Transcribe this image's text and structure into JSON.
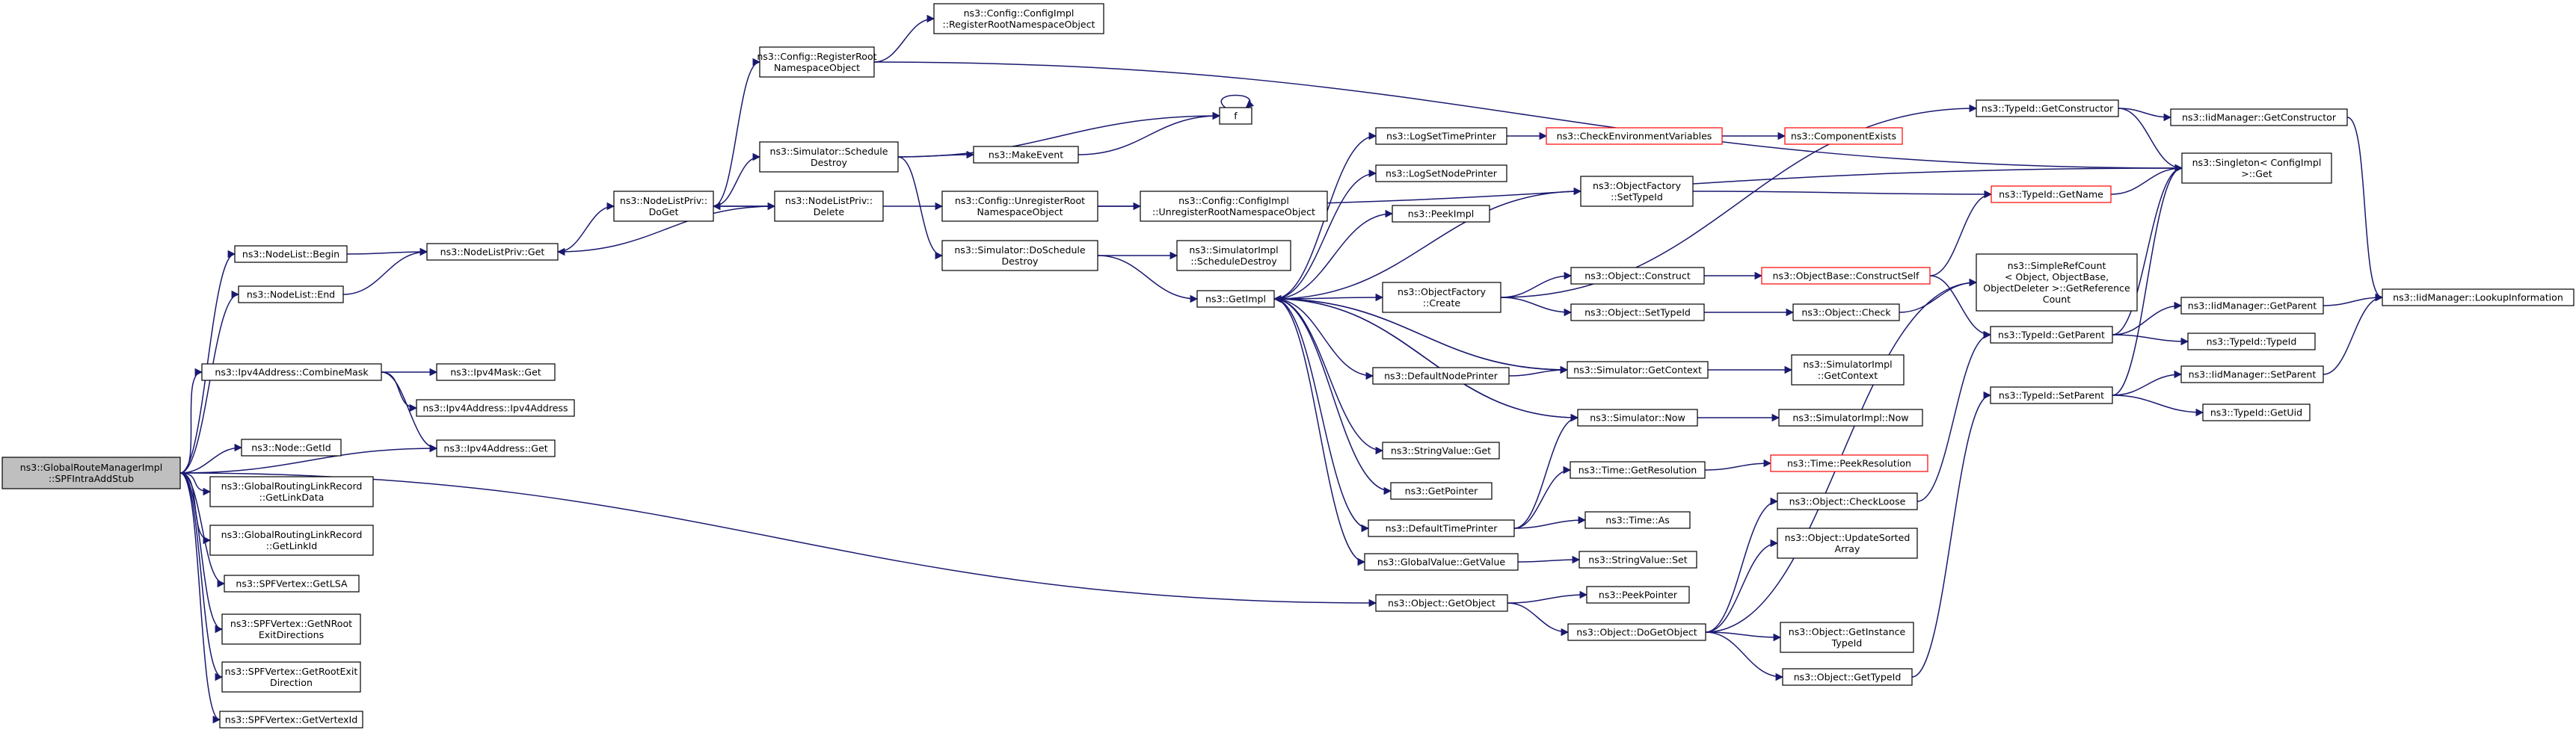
{
  "nodes": [
    {
      "id": "root",
      "lines": [
        "ns3::GlobalRouteManagerImpl",
        "::SPFIntraAddStub"
      ],
      "root": true
    },
    {
      "id": "nlbegin",
      "lines": [
        "ns3::NodeList::Begin"
      ]
    },
    {
      "id": "nlend",
      "lines": [
        "ns3::NodeList::End"
      ]
    },
    {
      "id": "combmask",
      "lines": [
        "ns3::Ipv4Address::CombineMask"
      ]
    },
    {
      "id": "nodegetid",
      "lines": [
        "ns3::Node::GetId"
      ]
    },
    {
      "id": "glrlinkdata",
      "lines": [
        "ns3::GlobalRoutingLinkRecord",
        "::GetLinkData"
      ]
    },
    {
      "id": "glrlinkid",
      "lines": [
        "ns3::GlobalRoutingLinkRecord",
        "::GetLinkId"
      ]
    },
    {
      "id": "spfgetlsa",
      "lines": [
        "ns3::SPFVertex::GetLSA"
      ]
    },
    {
      "id": "spfnroot",
      "lines": [
        "ns3::SPFVertex::GetNRoot",
        "ExitDirections"
      ]
    },
    {
      "id": "spfrootexit",
      "lines": [
        "ns3::SPFVertex::GetRootExit",
        "Direction"
      ]
    },
    {
      "id": "spfvertexid",
      "lines": [
        "ns3::SPFVertex::GetVertexId"
      ]
    },
    {
      "id": "nlprivget",
      "lines": [
        "ns3::NodeListPriv::Get"
      ]
    },
    {
      "id": "maskget",
      "lines": [
        "ns3::Ipv4Mask::Get"
      ]
    },
    {
      "id": "ipv4addr",
      "lines": [
        "ns3::Ipv4Address::Ipv4Address"
      ]
    },
    {
      "id": "ipv4get",
      "lines": [
        "ns3::Ipv4Address::Get"
      ]
    },
    {
      "id": "nlprivdoget",
      "lines": [
        "ns3::NodeListPriv::",
        "DoGet"
      ]
    },
    {
      "id": "cfgregroot",
      "lines": [
        "ns3::Config::RegisterRoot",
        "NamespaceObject"
      ]
    },
    {
      "id": "simschdestroy",
      "lines": [
        "ns3::Simulator::Schedule",
        "Destroy"
      ]
    },
    {
      "id": "nlprivdelete",
      "lines": [
        "ns3::NodeListPriv::",
        "Delete"
      ]
    },
    {
      "id": "cfgimplreg",
      "lines": [
        "ns3::Config::ConfigImpl",
        "::RegisterRootNamespaceObject"
      ]
    },
    {
      "id": "f",
      "lines": [
        "f"
      ]
    },
    {
      "id": "makeevent",
      "lines": [
        "ns3::MakeEvent"
      ]
    },
    {
      "id": "cfgunreg",
      "lines": [
        "ns3::Config::UnregisterRoot",
        "NamespaceObject"
      ]
    },
    {
      "id": "cfgimplunreg",
      "lines": [
        "ns3::Config::ConfigImpl",
        "::UnregisterRootNamespaceObject"
      ]
    },
    {
      "id": "simdoschdestroy",
      "lines": [
        "ns3::Simulator::DoSchedule",
        "Destroy"
      ]
    },
    {
      "id": "simimplschdestroy",
      "lines": [
        "ns3::SimulatorImpl",
        "::ScheduleDestroy"
      ]
    },
    {
      "id": "getimpl",
      "lines": [
        "ns3::GetImpl"
      ]
    },
    {
      "id": "logsettime",
      "lines": [
        "ns3::LogSetTimePrinter"
      ]
    },
    {
      "id": "checkenv",
      "lines": [
        "ns3::CheckEnvironmentVariables"
      ],
      "truncated": true
    },
    {
      "id": "compexists",
      "lines": [
        "ns3::ComponentExists"
      ],
      "truncated": true
    },
    {
      "id": "logsetnode",
      "lines": [
        "ns3::LogSetNodePrinter"
      ]
    },
    {
      "id": "peekimpl",
      "lines": [
        "ns3::PeekImpl"
      ]
    },
    {
      "id": "objfactsettid",
      "lines": [
        "ns3::ObjectFactory",
        "::SetTypeId"
      ]
    },
    {
      "id": "objfactcreate",
      "lines": [
        "ns3::ObjectFactory",
        "::Create"
      ]
    },
    {
      "id": "objconstruct",
      "lines": [
        "ns3::Object::Construct"
      ]
    },
    {
      "id": "objsettid",
      "lines": [
        "ns3::Object::SetTypeId"
      ]
    },
    {
      "id": "objbaseconstruct",
      "lines": [
        "ns3::ObjectBase::ConstructSelf"
      ],
      "truncated": true
    },
    {
      "id": "objcheck",
      "lines": [
        "ns3::Object::Check"
      ]
    },
    {
      "id": "simplerefcount",
      "lines": [
        "ns3::SimpleRefCount",
        "< Object, ObjectBase,",
        "ObjectDeleter >::GetReference",
        "Count"
      ]
    },
    {
      "id": "defnodeprinter",
      "lines": [
        "ns3::DefaultNodePrinter"
      ]
    },
    {
      "id": "simgetcontext",
      "lines": [
        "ns3::Simulator::GetContext"
      ]
    },
    {
      "id": "simimplgetcontext",
      "lines": [
        "ns3::SimulatorImpl",
        "::GetContext"
      ]
    },
    {
      "id": "simnow",
      "lines": [
        "ns3::Simulator::Now"
      ]
    },
    {
      "id": "simimplnow",
      "lines": [
        "ns3::SimulatorImpl::Now"
      ]
    },
    {
      "id": "stringget",
      "lines": [
        "ns3::StringValue::Get"
      ]
    },
    {
      "id": "getpointer",
      "lines": [
        "ns3::GetPointer"
      ]
    },
    {
      "id": "timegetres",
      "lines": [
        "ns3::Time::GetResolution"
      ]
    },
    {
      "id": "timepeekres",
      "lines": [
        "ns3::Time::PeekResolution"
      ],
      "truncated": true
    },
    {
      "id": "deftimeprinter",
      "lines": [
        "ns3::DefaultTimePrinter"
      ]
    },
    {
      "id": "timeas",
      "lines": [
        "ns3::Time::As"
      ]
    },
    {
      "id": "globalvalget",
      "lines": [
        "ns3::GlobalValue::GetValue"
      ]
    },
    {
      "id": "stringset",
      "lines": [
        "ns3::StringValue::Set"
      ]
    },
    {
      "id": "objgetobject",
      "lines": [
        "ns3::Object::GetObject"
      ]
    },
    {
      "id": "peekpointer",
      "lines": [
        "ns3::PeekPointer"
      ]
    },
    {
      "id": "objdogetobject",
      "lines": [
        "ns3::Object::DoGetObject"
      ]
    },
    {
      "id": "objcheckloose",
      "lines": [
        "ns3::Object::CheckLoose"
      ]
    },
    {
      "id": "objupdatesorted",
      "lines": [
        "ns3::Object::UpdateSorted",
        "Array"
      ]
    },
    {
      "id": "objgetinsttid",
      "lines": [
        "ns3::Object::GetInstance",
        "TypeId"
      ]
    },
    {
      "id": "objgettid",
      "lines": [
        "ns3::Object::GetTypeId"
      ]
    },
    {
      "id": "tidgetctor",
      "lines": [
        "ns3::TypeId::GetConstructor"
      ]
    },
    {
      "id": "iidgetctor",
      "lines": [
        "ns3::IidManager::GetConstructor"
      ]
    },
    {
      "id": "singletonget",
      "lines": [
        "ns3::Singleton< ConfigImpl",
        " >::Get"
      ]
    },
    {
      "id": "tidgetname",
      "lines": [
        "ns3::TypeId::GetName"
      ],
      "truncated": true
    },
    {
      "id": "tidgetparent",
      "lines": [
        "ns3::TypeId::GetParent"
      ]
    },
    {
      "id": "tidsetparent",
      "lines": [
        "ns3::TypeId::SetParent"
      ]
    },
    {
      "id": "iidgetparent",
      "lines": [
        "ns3::IidManager::GetParent"
      ]
    },
    {
      "id": "iidlookup",
      "lines": [
        "ns3::IidManager::LookupInformation"
      ]
    },
    {
      "id": "tidtypeid",
      "lines": [
        "ns3::TypeId::TypeId"
      ]
    },
    {
      "id": "iidsetparent",
      "lines": [
        "ns3::IidManager::SetParent"
      ]
    },
    {
      "id": "tidgetuid",
      "lines": [
        "ns3::TypeId::GetUid"
      ]
    }
  ],
  "edges": [
    [
      "root",
      "nlbegin"
    ],
    [
      "root",
      "nlend"
    ],
    [
      "root",
      "combmask"
    ],
    [
      "root",
      "ipv4get"
    ],
    [
      "root",
      "nodegetid"
    ],
    [
      "root",
      "glrlinkdata"
    ],
    [
      "root",
      "glrlinkid"
    ],
    [
      "root",
      "spfgetlsa"
    ],
    [
      "root",
      "spfnroot"
    ],
    [
      "root",
      "spfrootexit"
    ],
    [
      "root",
      "spfvertexid"
    ],
    [
      "root",
      "objgetobject"
    ],
    [
      "nlbegin",
      "nlprivget"
    ],
    [
      "nlend",
      "nlprivget"
    ],
    [
      "combmask",
      "maskget"
    ],
    [
      "combmask",
      "ipv4addr"
    ],
    [
      "combmask",
      "ipv4get"
    ],
    [
      "nlprivget",
      "nlprivdoget"
    ],
    [
      "nlprivdoget",
      "cfgregroot"
    ],
    [
      "nlprivdoget",
      "simschdestroy"
    ],
    [
      "nlprivdoget",
      "nlprivdelete"
    ],
    [
      "nlprivdelete",
      "nlprivdoget"
    ],
    [
      "nlprivdelete",
      "nlprivget"
    ],
    [
      "nlprivdelete",
      "cfgunreg"
    ],
    [
      "cfgregroot",
      "cfgimplreg"
    ],
    [
      "cfgregroot",
      "singletonget"
    ],
    [
      "simschdestroy",
      "f"
    ],
    [
      "simschdestroy",
      "makeevent"
    ],
    [
      "simschdestroy",
      "simdoschdestroy"
    ],
    [
      "makeevent",
      "f"
    ],
    [
      "f",
      "f"
    ],
    [
      "cfgunreg",
      "cfgimplunreg"
    ],
    [
      "cfgunreg",
      "singletonget"
    ],
    [
      "simdoschdestroy",
      "simimplschdestroy"
    ],
    [
      "simdoschdestroy",
      "getimpl"
    ],
    [
      "getimpl",
      "logsettime"
    ],
    [
      "getimpl",
      "logsetnode"
    ],
    [
      "getimpl",
      "peekimpl"
    ],
    [
      "getimpl",
      "objfactsettid"
    ],
    [
      "getimpl",
      "objfactcreate"
    ],
    [
      "getimpl",
      "defnodeprinter"
    ],
    [
      "getimpl",
      "simgetcontext"
    ],
    [
      "getimpl",
      "stringget"
    ],
    [
      "getimpl",
      "getpointer"
    ],
    [
      "getimpl",
      "deftimeprinter"
    ],
    [
      "getimpl",
      "globalvalget"
    ],
    [
      "getimpl",
      "simnow"
    ],
    [
      "logsettime",
      "checkenv"
    ],
    [
      "checkenv",
      "compexists"
    ],
    [
      "objfactsettid",
      "tidgetname"
    ],
    [
      "objfactcreate",
      "objconstruct"
    ],
    [
      "objfactcreate",
      "objsettid"
    ],
    [
      "objfactcreate",
      "tidgetctor"
    ],
    [
      "objconstruct",
      "objbaseconstruct"
    ],
    [
      "objsettid",
      "objcheck"
    ],
    [
      "objbaseconstruct",
      "tidgetname"
    ],
    [
      "objbaseconstruct",
      "tidgetparent"
    ],
    [
      "objcheck",
      "simplerefcount"
    ],
    [
      "defnodeprinter",
      "simgetcontext"
    ],
    [
      "simgetcontext",
      "simimplgetcontext"
    ],
    [
      "simgetcontext",
      "getimpl"
    ],
    [
      "simnow",
      "simimplnow"
    ],
    [
      "simnow",
      "getimpl"
    ],
    [
      "deftimeprinter",
      "simnow"
    ],
    [
      "deftimeprinter",
      "timegetres"
    ],
    [
      "deftimeprinter",
      "timeas"
    ],
    [
      "timegetres",
      "timepeekres"
    ],
    [
      "globalvalget",
      "stringset"
    ],
    [
      "objgetobject",
      "peekpointer"
    ],
    [
      "objgetobject",
      "objdogetobject"
    ],
    [
      "objdogetobject",
      "objcheckloose"
    ],
    [
      "objdogetobject",
      "objupdatesorted"
    ],
    [
      "objdogetobject",
      "objgetinsttid"
    ],
    [
      "objdogetobject",
      "objgettid"
    ],
    [
      "objdogetobject",
      "simplerefcount"
    ],
    [
      "objcheckloose",
      "tidgetparent"
    ],
    [
      "objgettid",
      "tidsetparent"
    ],
    [
      "tidgetctor",
      "iidgetctor"
    ],
    [
      "tidgetctor",
      "singletonget"
    ],
    [
      "iidgetctor",
      "iidlookup"
    ],
    [
      "tidgetname",
      "singletonget"
    ],
    [
      "tidgetparent",
      "iidgetparent"
    ],
    [
      "tidgetparent",
      "tidtypeid"
    ],
    [
      "tidgetparent",
      "singletonget"
    ],
    [
      "iidgetparent",
      "iidlookup"
    ],
    [
      "tidsetparent",
      "iidsetparent"
    ],
    [
      "tidsetparent",
      "tidgetuid"
    ],
    [
      "tidsetparent",
      "singletonget"
    ],
    [
      "iidsetparent",
      "iidlookup"
    ]
  ]
}
